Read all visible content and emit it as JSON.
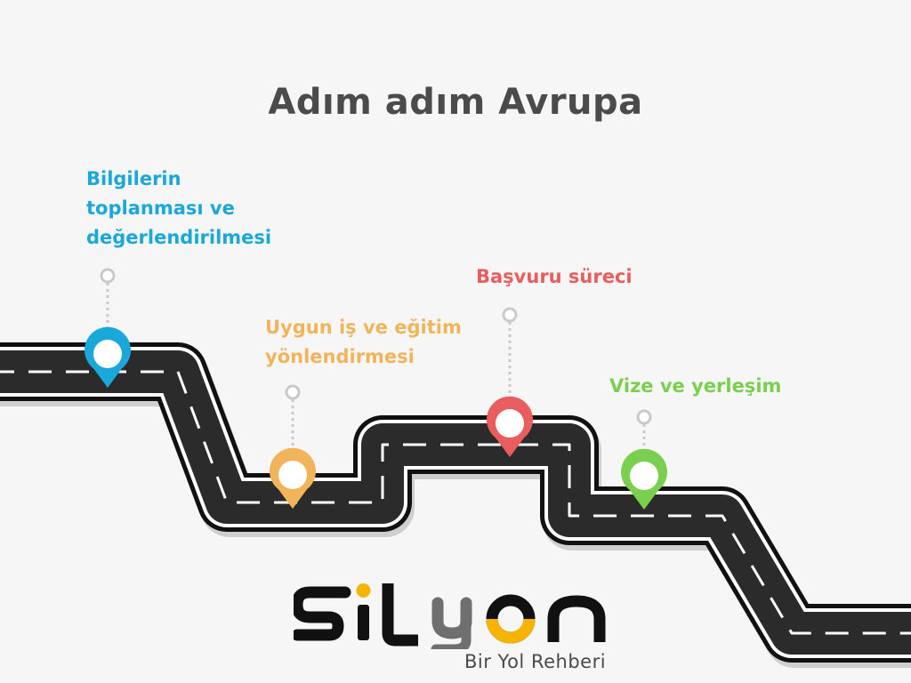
{
  "title": "Adım adım Avrupa",
  "steps": [
    {
      "label_lines": [
        "Bilgilerin",
        "toplanması ve",
        "değerlendirilmesi"
      ],
      "color": "#1aa8da"
    },
    {
      "label_lines": [
        "Uygun iş ve eğitim",
        "yönlendirmesi"
      ],
      "color": "#f2b45a"
    },
    {
      "label_lines": [
        "Başvuru süreci"
      ],
      "color": "#e85d5d"
    },
    {
      "label_lines": [
        "Vize ve yerleşim"
      ],
      "color": "#7bcf4e"
    }
  ],
  "logo": {
    "wordmark": "SILYON",
    "accent": "#f5b400",
    "tagline": "Bir Yol Rehberi"
  }
}
